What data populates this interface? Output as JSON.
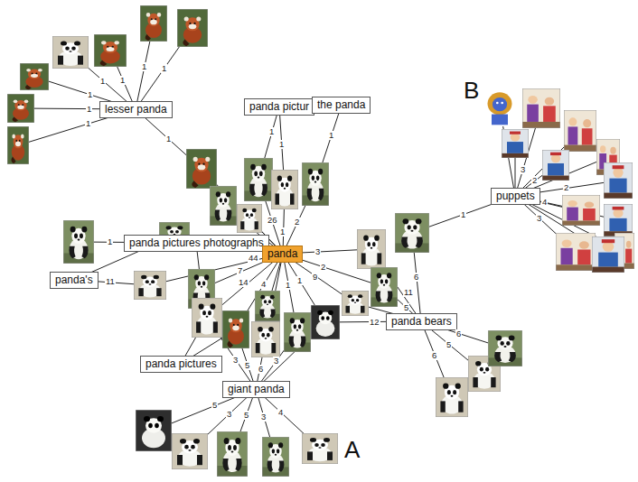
{
  "diagram": {
    "nodes": [
      {
        "text": [
          "lesser panda"
        ]
      },
      {
        "text": [
          "panda pictur"
        ]
      },
      {
        "text": [
          "the panda"
        ]
      },
      {
        "text": [
          "panda pictures photographs"
        ]
      },
      {
        "text": [
          "panda"
        ]
      },
      {
        "text": [
          "panda's"
        ]
      },
      {
        "text": [
          "panda bears"
        ]
      },
      {
        "text": [
          "puppets"
        ]
      },
      {
        "text": [
          "panda pictures"
        ]
      },
      {
        "text": [
          "giant panda"
        ]
      }
    ],
    "labels": [
      "1",
      "1",
      "1",
      "1",
      "1",
      "1",
      "1",
      "1",
      "1",
      "1",
      "1",
      "26",
      "1",
      "2",
      "44",
      "7",
      "14",
      "4",
      "1",
      "1",
      "3",
      "2",
      "9",
      "1",
      "11",
      "3",
      "5",
      "6",
      "3",
      "5",
      "3",
      "5",
      "3",
      "4",
      "12",
      "11",
      "5",
      "6",
      "6",
      "5",
      "6",
      "1",
      "3",
      "2",
      "4",
      "3",
      "2",
      "B",
      "A"
    ]
  }
}
